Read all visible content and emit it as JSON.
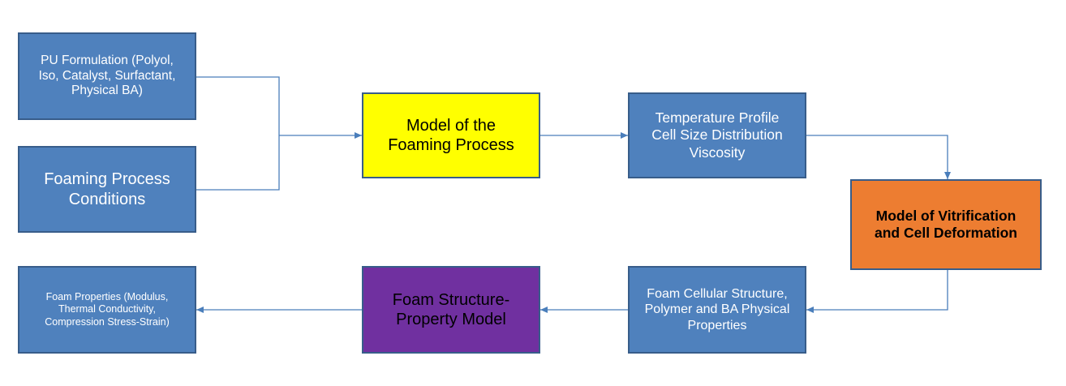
{
  "diagram": {
    "nodes": [
      {
        "id": "pu-formulation",
        "label": "PU Formulation (Polyol,\nIso, Catalyst, Surfactant,\nPhysical BA)"
      },
      {
        "id": "foaming-process-conditions",
        "label": "Foaming Process\nConditions"
      },
      {
        "id": "model-foaming-process",
        "label": "Model of the\nFoaming Process"
      },
      {
        "id": "temperature-profile",
        "label": "Temperature Profile\nCell Size Distribution\nViscosity"
      },
      {
        "id": "model-vitrification",
        "label": "Model of Vitrification\nand Cell Deformation"
      },
      {
        "id": "foam-cellular-structure",
        "label": "Foam Cellular Structure,\nPolymer and BA Physical\nProperties"
      },
      {
        "id": "foam-structure-property-model",
        "label": "Foam Structure-\nProperty Model"
      },
      {
        "id": "foam-properties",
        "label": "Foam Properties (Modulus,\nThermal Conductivity,\nCompression Stress-Strain)"
      }
    ],
    "edges": [
      {
        "from": "pu-formulation",
        "to": "model-foaming-process"
      },
      {
        "from": "foaming-process-conditions",
        "to": "model-foaming-process"
      },
      {
        "from": "model-foaming-process",
        "to": "temperature-profile"
      },
      {
        "from": "temperature-profile",
        "to": "model-vitrification"
      },
      {
        "from": "model-vitrification",
        "to": "foam-cellular-structure"
      },
      {
        "from": "foam-cellular-structure",
        "to": "foam-structure-property-model"
      },
      {
        "from": "foam-structure-property-model",
        "to": "foam-properties"
      }
    ],
    "colors": {
      "blue_fill": "#4f81bd",
      "border": "#385d8a",
      "connector": "#4a7ebb",
      "yellow_fill": "#ffff00",
      "orange_fill": "#ed7d31",
      "purple_fill": "#7030a0"
    }
  }
}
